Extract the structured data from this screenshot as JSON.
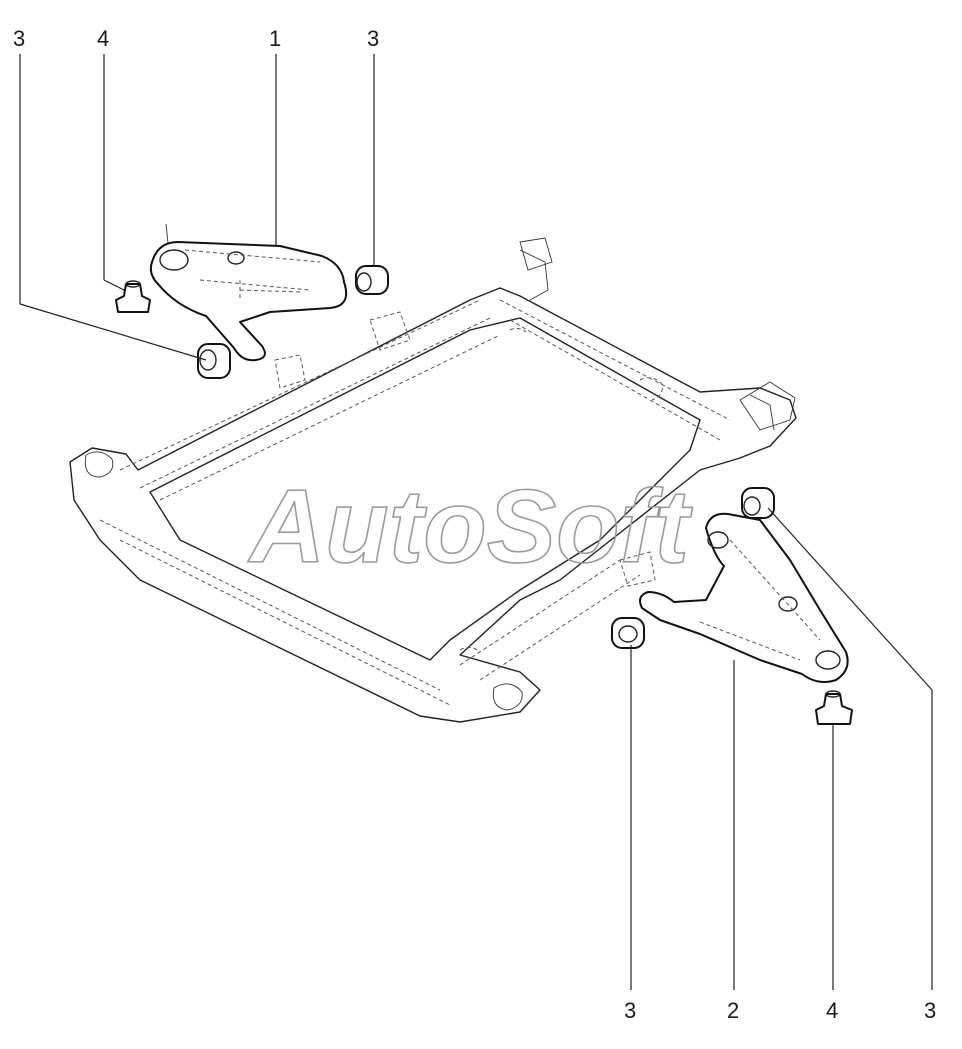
{
  "watermark": "AutoSoft",
  "callouts": {
    "top": [
      "3",
      "4",
      "1",
      "3"
    ],
    "bottom": [
      "3",
      "2",
      "4",
      "3"
    ]
  },
  "colors": {
    "ink": "#222222",
    "watermark": "#9a9a9a",
    "background": "#ffffff"
  }
}
